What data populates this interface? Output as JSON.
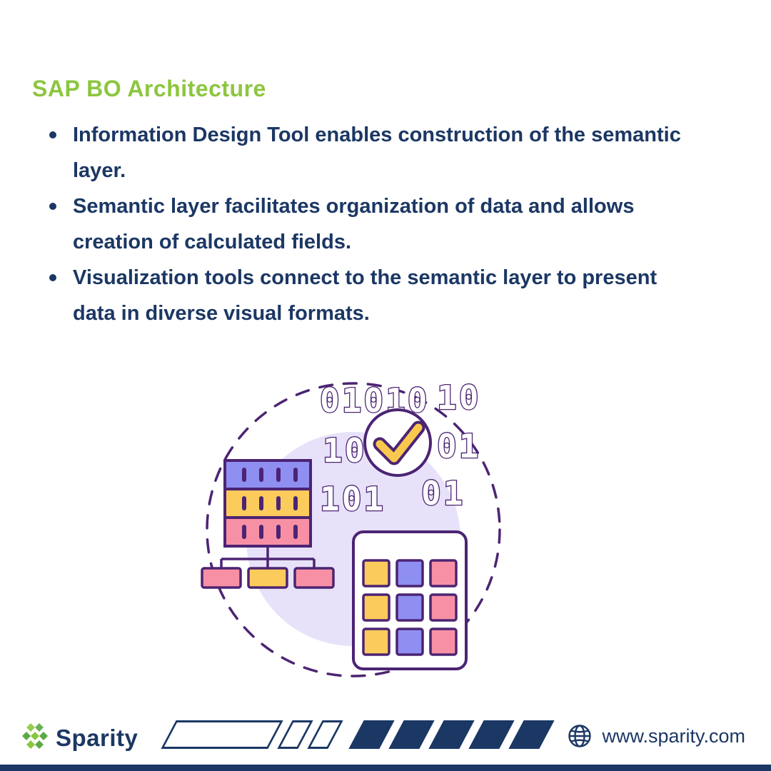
{
  "title": "SAP BO Architecture",
  "bullets": [
    "Information Design Tool enables construction of the semantic layer.",
    "Semantic layer facilitates organization of data and allows creation of calculated fields.",
    "Visualization tools connect to the semantic layer to present data in diverse visual formats."
  ],
  "illustration": {
    "binary": {
      "r1a": "01010",
      "r1b": "10",
      "r2a": "10",
      "r2b": "01",
      "r3a": "101",
      "r3b": "01"
    },
    "icons": [
      "database-table-icon",
      "hierarchy-tree-icon",
      "check-circle-icon",
      "calculator-grid-icon",
      "binary-digits"
    ]
  },
  "footer": {
    "brand": "Sparity",
    "website": "www.sparity.com",
    "icons": [
      "sparity-logo-icon",
      "globe-icon"
    ]
  },
  "colors": {
    "accent_green": "#8CC63F",
    "navy": "#1B3764",
    "outline_purple": "#4C2473",
    "lavender": "#E7E2FA",
    "periwinkle": "#8F8FF2",
    "yellow": "#FBCB5C",
    "pink": "#F890A5"
  }
}
